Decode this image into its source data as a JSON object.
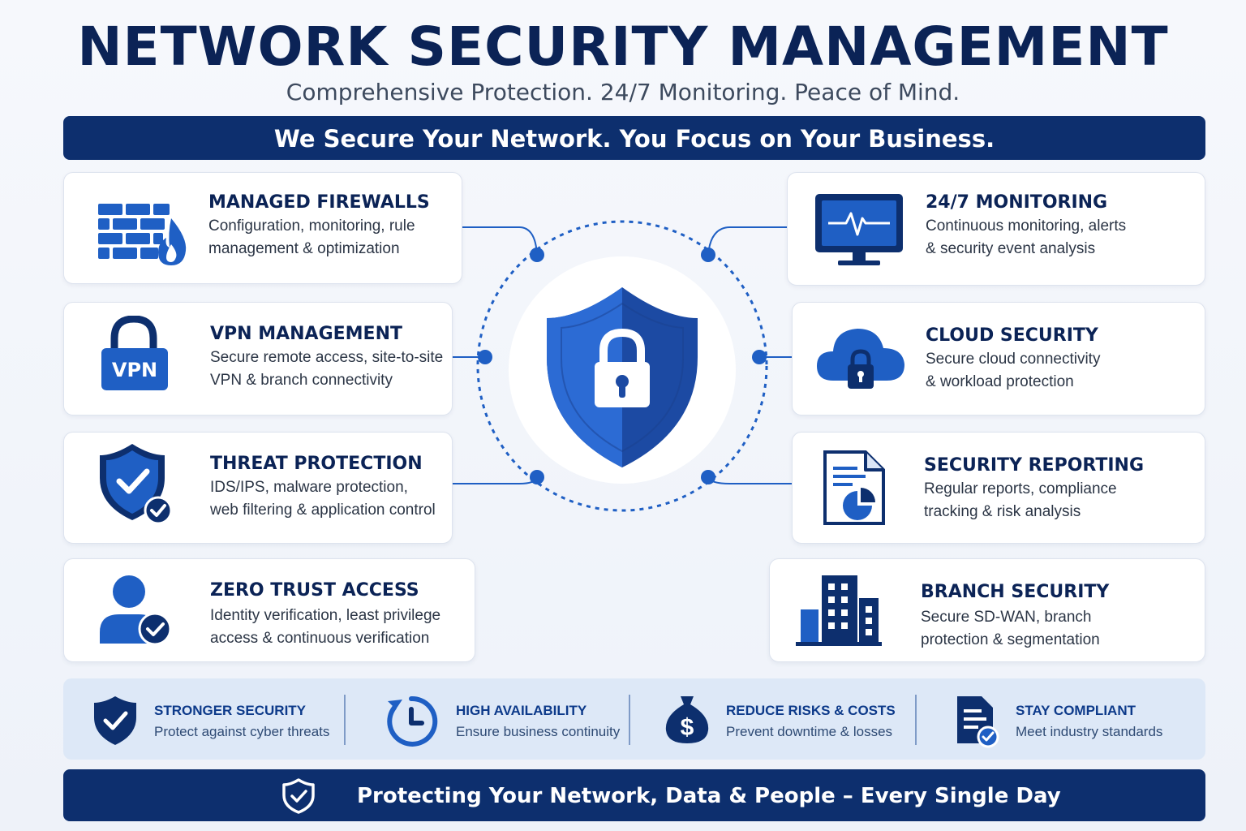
{
  "header": {
    "title": "NETWORK SECURITY MANAGEMENT",
    "subtitle": "Comprehensive Protection. 24/7 Monitoring. Peace of Mind.",
    "banner": "We Secure Your Network. You Focus on Your Business."
  },
  "services": {
    "firewalls": {
      "title": "MANAGED FIREWALLS",
      "desc1": "Configuration, monitoring, rule",
      "desc2": "management & optimization"
    },
    "vpn": {
      "title": "VPN MANAGEMENT",
      "desc1": "Secure remote access, site-to-site",
      "desc2": "VPN & branch connectivity",
      "badge": "VPN"
    },
    "threat": {
      "title": "THREAT PROTECTION",
      "desc1": "IDS/IPS, malware protection,",
      "desc2": "web filtering & application control"
    },
    "zerotrust": {
      "title": "ZERO TRUST ACCESS",
      "desc1": "Identity verification, least privilege",
      "desc2": "access & continuous verification"
    },
    "monitoring": {
      "title": "24/7 MONITORING",
      "desc1": "Continuous monitoring, alerts",
      "desc2": "& security event analysis"
    },
    "cloud": {
      "title": "CLOUD SECURITY",
      "desc1": "Secure cloud connectivity",
      "desc2": "& workload protection"
    },
    "reporting": {
      "title": "SECURITY REPORTING",
      "desc1": "Regular reports, compliance",
      "desc2": "tracking & risk analysis"
    },
    "branch": {
      "title": "BRANCH SECURITY",
      "desc1": "Secure SD-WAN, branch",
      "desc2": "protection & segmentation"
    }
  },
  "benefits": [
    {
      "title": "STRONGER SECURITY",
      "desc": "Protect against cyber threats"
    },
    {
      "title": "HIGH AVAILABILITY",
      "desc": "Ensure business continuity"
    },
    {
      "title": "REDUCE RISKS & COSTS",
      "desc": "Prevent downtime & losses",
      "symbol": "$"
    },
    {
      "title": "STAY COMPLIANT",
      "desc": "Meet industry standards"
    }
  ],
  "footer": {
    "text": "Protecting Your Network, Data & People – Every Single Day"
  },
  "colors": {
    "navy": "#0b2356",
    "banner": "#0d2f6e",
    "accent": "#1f5fc4",
    "light_blue": "#dde8f7"
  }
}
